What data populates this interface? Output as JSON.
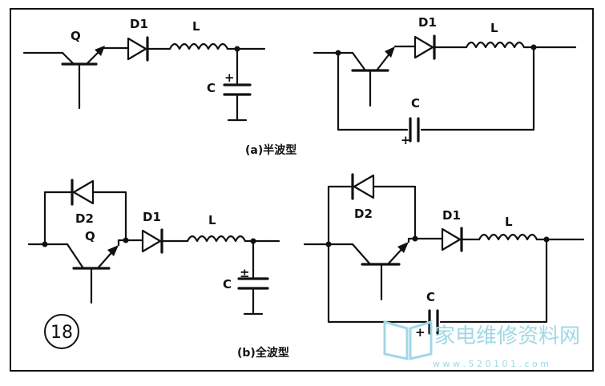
{
  "circuit_a_left": {
    "transistor_label": "Q",
    "diode_label": "D1",
    "inductor_label": "L",
    "capacitor_label": "C",
    "polarity": "+"
  },
  "circuit_a_right": {
    "diode_label": "D1",
    "inductor_label": "L",
    "capacitor_label": "C",
    "polarity": "+"
  },
  "caption_a": "(a)半波型",
  "circuit_b_left": {
    "transistor_label": "Q",
    "diode1_label": "D1",
    "diode2_label": "D2",
    "inductor_label": "L",
    "capacitor_label": "C",
    "polarity": "±"
  },
  "circuit_b_right": {
    "diode1_label": "D1",
    "diode2_label": "D2",
    "inductor_label": "L",
    "capacitor_label": "C",
    "polarity": "+"
  },
  "caption_b": "(b)全波型",
  "figure_number": "18",
  "watermark": {
    "title": "家电维修资料网",
    "url": "w w w . 5 2 0 1 0 1 . c o m"
  },
  "colors": {
    "ink": "#111111",
    "watermark": "#9fd8e6"
  }
}
